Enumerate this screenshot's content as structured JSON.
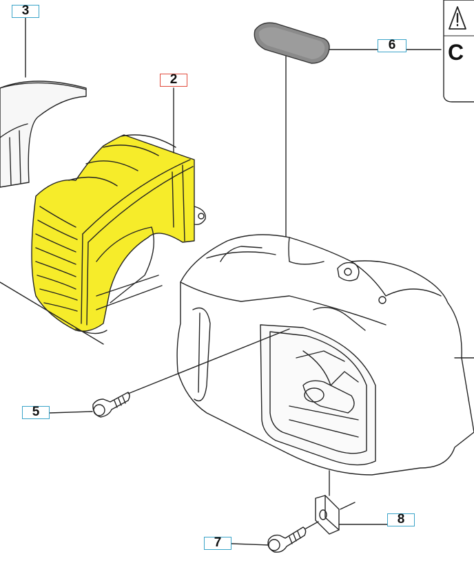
{
  "callouts": {
    "c2": "2",
    "c3": "3",
    "c5": "5",
    "c6": "6",
    "c7": "7",
    "c8": "8"
  },
  "warning_label": {
    "letter": "C"
  },
  "colors": {
    "highlight_part": "#f6ec2a",
    "callout_border": "#38a3c8",
    "selected_callout_border": "#e0493a",
    "line_art": "#222222"
  }
}
